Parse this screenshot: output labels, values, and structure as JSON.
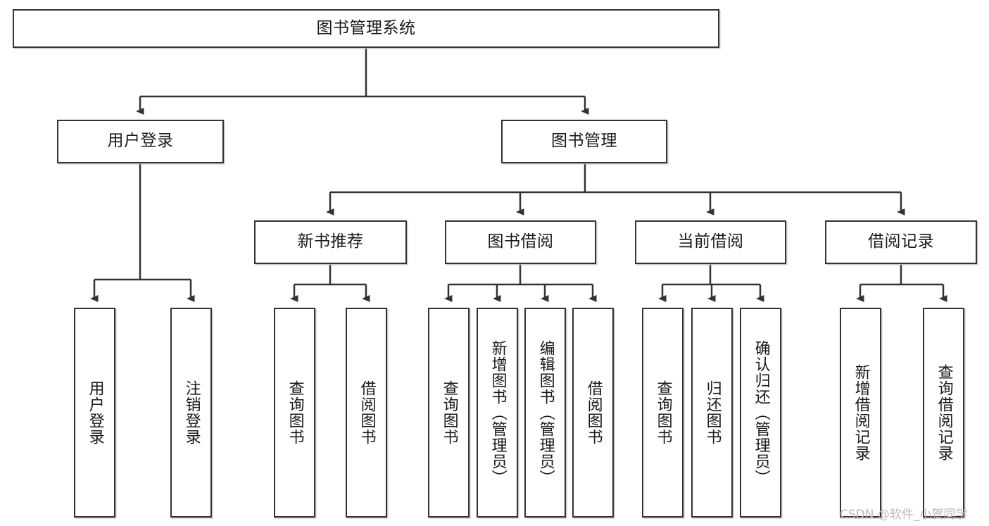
{
  "diagram": {
    "title": "图书管理系统",
    "watermark": "CSDN @软件_小贺同学",
    "colors": {
      "box_border": "#333333",
      "line": "#333333",
      "background": "#ffffff",
      "text": "#1a1a1a",
      "watermark": "#b9b9b9"
    },
    "levels": {
      "root": {
        "label": "图书管理系统"
      },
      "level2": [
        {
          "id": "user-login",
          "label": "用户登录"
        },
        {
          "id": "book-management",
          "label": "图书管理"
        }
      ],
      "level3": [
        {
          "id": "new-book-recommend",
          "label": "新书推荐",
          "parent": "book-management"
        },
        {
          "id": "book-borrow",
          "label": "图书借阅",
          "parent": "book-management"
        },
        {
          "id": "current-borrow",
          "label": "当前借阅",
          "parent": "book-management"
        },
        {
          "id": "borrow-record",
          "label": "借阅记录",
          "parent": "book-management"
        }
      ],
      "leaves": [
        {
          "id": "leaf-user-login",
          "label": "用户登录",
          "parent": "user-login"
        },
        {
          "id": "leaf-logout",
          "label": "注销登录",
          "parent": "user-login"
        },
        {
          "id": "leaf-query-book-1",
          "label": "查询图书",
          "parent": "new-book-recommend"
        },
        {
          "id": "leaf-borrow-book-1",
          "label": "借阅图书",
          "parent": "new-book-recommend"
        },
        {
          "id": "leaf-query-book-2",
          "label": "查询图书",
          "parent": "book-borrow"
        },
        {
          "id": "leaf-add-book",
          "label": "新增图书（管理员）",
          "parent": "book-borrow"
        },
        {
          "id": "leaf-edit-book",
          "label": "编辑图书（管理员）",
          "parent": "book-borrow"
        },
        {
          "id": "leaf-borrow-book-2",
          "label": "借阅图书",
          "parent": "book-borrow"
        },
        {
          "id": "leaf-query-book-3",
          "label": "查询图书",
          "parent": "current-borrow"
        },
        {
          "id": "leaf-return-book",
          "label": "归还图书",
          "parent": "current-borrow"
        },
        {
          "id": "leaf-confirm-return",
          "label": "确认归还（管理员）",
          "parent": "current-borrow"
        },
        {
          "id": "leaf-add-record",
          "label": "新增借阅记录",
          "parent": "borrow-record"
        },
        {
          "id": "leaf-query-record",
          "label": "查询借阅记录",
          "parent": "borrow-record"
        }
      ]
    }
  }
}
